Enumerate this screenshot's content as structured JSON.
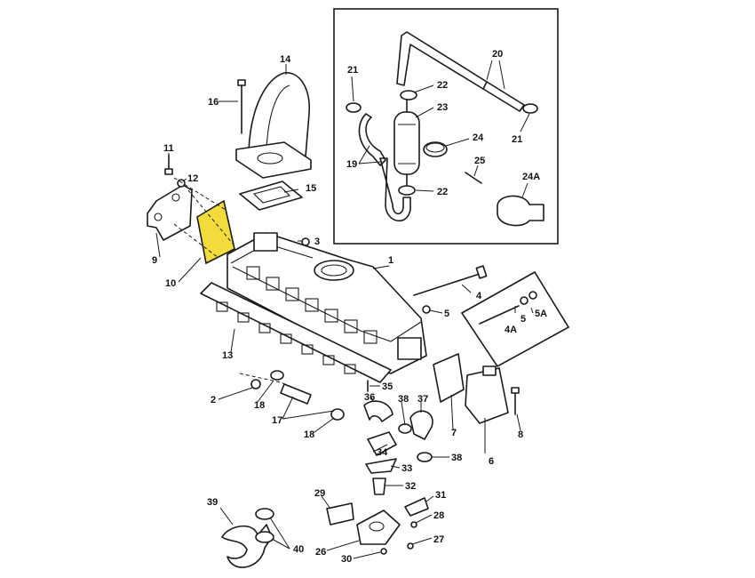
{
  "colors": {
    "highlight": "#f2dc3c",
    "line": "#1a1a1a",
    "background": "#ffffff"
  },
  "callouts": {
    "c1": "1",
    "c2": "2",
    "c3": "3",
    "c4": "4",
    "c4a": "4A",
    "c5": "5",
    "c5a": "5A",
    "c6": "6",
    "c7": "7",
    "c8": "8",
    "c9": "9",
    "c10": "10",
    "c11": "11",
    "c12": "12",
    "c13": "13",
    "c14": "14",
    "c15": "15",
    "c16": "16",
    "c17": "17",
    "c18a": "18",
    "c18b": "18",
    "c19": "19",
    "c20": "20",
    "c21a": "21",
    "c21b": "21",
    "c22a": "22",
    "c22b": "22",
    "c23": "23",
    "c24": "24",
    "c24a": "24A",
    "c25": "25",
    "c26": "26",
    "c27": "27",
    "c28": "28",
    "c29": "29",
    "c30": "30",
    "c31": "31",
    "c32": "32",
    "c33": "33",
    "c34": "34",
    "c35": "35",
    "c36": "36",
    "c37": "37",
    "c38a": "38",
    "c38b": "38",
    "c39": "39",
    "c40": "40"
  }
}
